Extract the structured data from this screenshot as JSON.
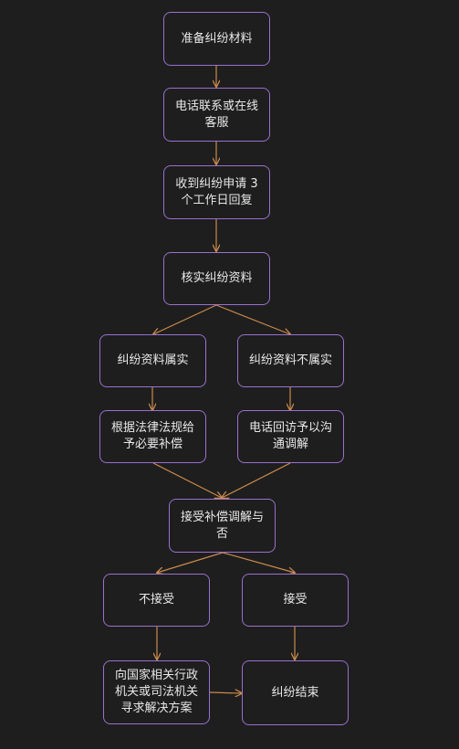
{
  "nodes": {
    "prepare": "准备纠纷材料",
    "contact": "电话联系或在线客服",
    "receive": "收到纠纷申请 3 个工作日回复",
    "verify": "核实纠纷资料",
    "true_case": "纠纷资料属实",
    "false_case": "纠纷资料不属实",
    "compensate": "根据法律法规给予必要补偿",
    "mediate": "电话回访予以沟通调解",
    "accept_q": "接受补偿调解与否",
    "reject": "不接受",
    "accept": "接受",
    "appeal": "向国家相关行政机关或司法机关寻求解决方案",
    "end": "纠纷结束"
  },
  "colors": {
    "background": "#1e1e1e",
    "node_border": "#9b6fd0",
    "edge": "#c98a4b",
    "text": "#e8e8e8"
  }
}
